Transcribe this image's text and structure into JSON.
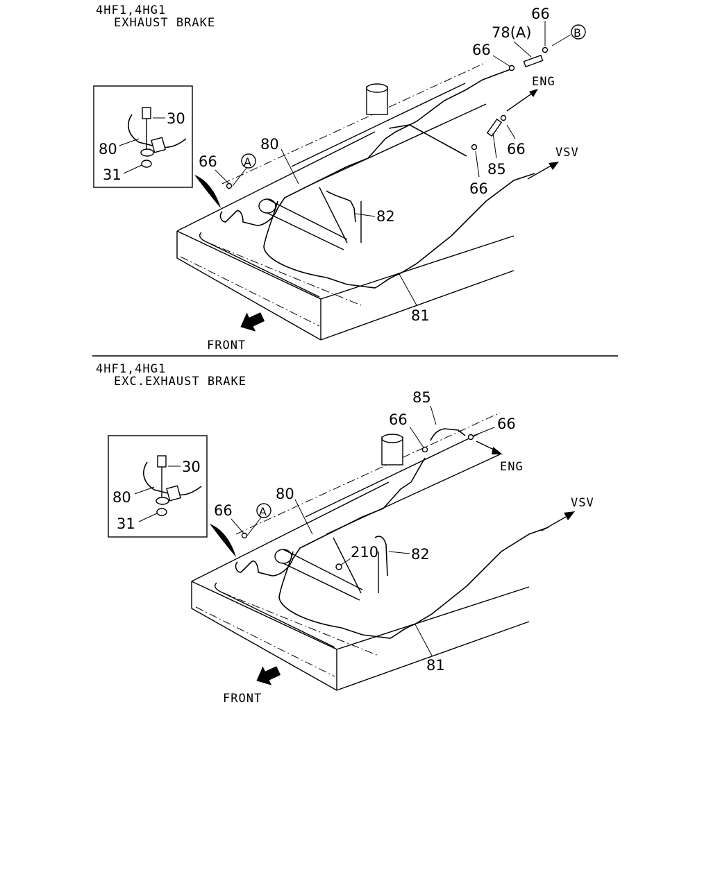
{
  "top_section": {
    "header_line1": "4HF1,4HG1",
    "header_line2": "EXHAUST BRAKE",
    "callouts": {
      "c66_top": "66",
      "c78a": "78(A)",
      "c66_left_of_78": "66",
      "ref_b": "B",
      "eng": "ENG",
      "c30": "30",
      "c80_inset": "80",
      "c31": "31",
      "c80": "80",
      "c66_a": "66",
      "ref_a": "A",
      "c66_mid": "66",
      "c85": "85",
      "c66_low": "66",
      "vsv": "VSV",
      "c82": "82",
      "c81": "81",
      "front": "FRONT"
    }
  },
  "bottom_section": {
    "header_line1": "4HF1,4HG1",
    "header_line2": "EXC.EXHAUST BRAKE",
    "callouts": {
      "c85": "85",
      "c66_left": "66",
      "c66_right": "66",
      "eng": "ENG",
      "c30": "30",
      "c80_inset": "80",
      "c31": "31",
      "c80": "80",
      "c66_a": "66",
      "ref_a": "A",
      "vsv": "VSV",
      "c210": "210",
      "c82": "82",
      "c81": "81",
      "front": "FRONT"
    }
  }
}
